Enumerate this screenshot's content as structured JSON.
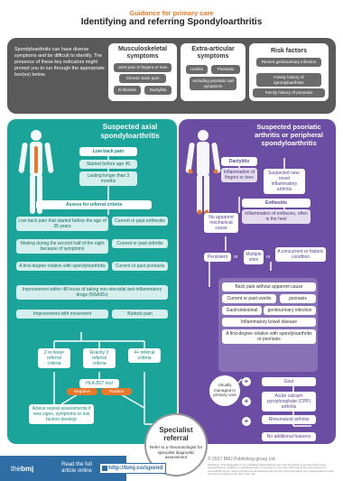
{
  "header": {
    "subtitle": "Guidance for primary care",
    "title": "Identifying and referring Spondyloarthritis"
  },
  "intro": "Spondyloarthritis can have diverse symptoms and be difficult to identify. The presence of these key indicators might prompt you to run through the appropriate box(es) below.",
  "msk": {
    "title": "Musculoskeletal symptoms",
    "items": [
      "Joint pain in fingers or toes",
      "Chronic back pain",
      "Enthesitis",
      "Dactylitis"
    ]
  },
  "extra": {
    "title": "Extra-articular symptoms",
    "items": [
      "Uveitis",
      "Psoriasis",
      "Including psoriatic nail symptoms"
    ]
  },
  "risk": {
    "title": "Risk factors",
    "items": [
      "Recent genitourinary infection",
      "Family history of spondyloarthritis",
      "Family history of psoriasis"
    ]
  },
  "axial": {
    "title": "Suspected axial spondyloarthritis",
    "low_back": "Low back pain",
    "started": "Started before age 45",
    "lasting": "Lasting longer than 3 months",
    "assess": "Assess for referral criteria",
    "criteria": [
      "Low back pain that started before the age of 35 years",
      "Current or past enthesitis",
      "Waking during the second half of the night because of symptoms",
      "Current or past arthritis",
      "A first-degree relative with spondyloarthritis",
      "Current or past psoriasis",
      "Improvement within 48 hours of taking non-steroidal anti-inflammatory drugs (NSAIDs)",
      "Improvement with movement",
      "Buttock pain"
    ],
    "two_or_fewer": "2 or fewer referral criteria",
    "exactly_three": "Exactly 3 referral criteria",
    "four_plus": "4+ referral criteria",
    "hla": "HLA-B27 test",
    "negative": "Negative",
    "positive": "Positive",
    "advise": "Advise repeat assessments if new signs, symptoms or risk factors develop"
  },
  "psa": {
    "title": "Suspected psoriatic arthritis or peripheral spondyloarthritis",
    "dactylitis": "Dactylitis",
    "inflam_fingers": "Inflammation of fingers or toes",
    "suspected_new": "Suspected new-onset inflammatory arthritis",
    "enthesitis": "Enthesitis",
    "inflam_entheses": "Inflammation of entheses, often in the heel",
    "no_mech": "No apparent mechanical cause",
    "persistent": "Persistent",
    "or1": "or",
    "multiple": "Multiple sites",
    "or2": "or",
    "concurrent": "A concurrent or historic condition",
    "conditions": [
      "Back pain without apparent cause",
      "Current or past uveitis",
      "psoriasis",
      "Gastrointestinal",
      "genitourinary infection",
      "Inflammatory bowel disease",
      "A first-degree relative with spondyloarthritis or psoriasis"
    ],
    "usually": "Usually managed in primary care",
    "gout": "Gout",
    "cppd": "Acute calcium pyrophosphate (CPP) arthritis",
    "rheum": "Rheumatoid arthritis",
    "no_additional": "No additional features"
  },
  "specialist": {
    "title": "Specialist referral",
    "text": "Refer to a rheumatologist for specialist diagnostic assessment"
  },
  "footer": {
    "brand_the": "the",
    "brand_bmj": "bmj",
    "read": "Read the full article online",
    "url": "http://bmj.co/spond",
    "copyright": "© 2017 BMJ Publishing group Ltd.",
    "disclaimer": "Disclaimer: This infographic is not a validated clinical decision aid. This information is provided without any representations, conditions or warranties that it is accurate or up to date. BMJ and its licensors assume no responsibility for any aspect of treatment administered with the aid of this information. Any reliance placed on this information is strictly at the user's own risk."
  },
  "colors": {
    "teal": "#1ba59a",
    "purple": "#6b4ea3",
    "grey": "#5a5a5a",
    "orange": "#e8792a",
    "blue": "#2f6ea5"
  }
}
